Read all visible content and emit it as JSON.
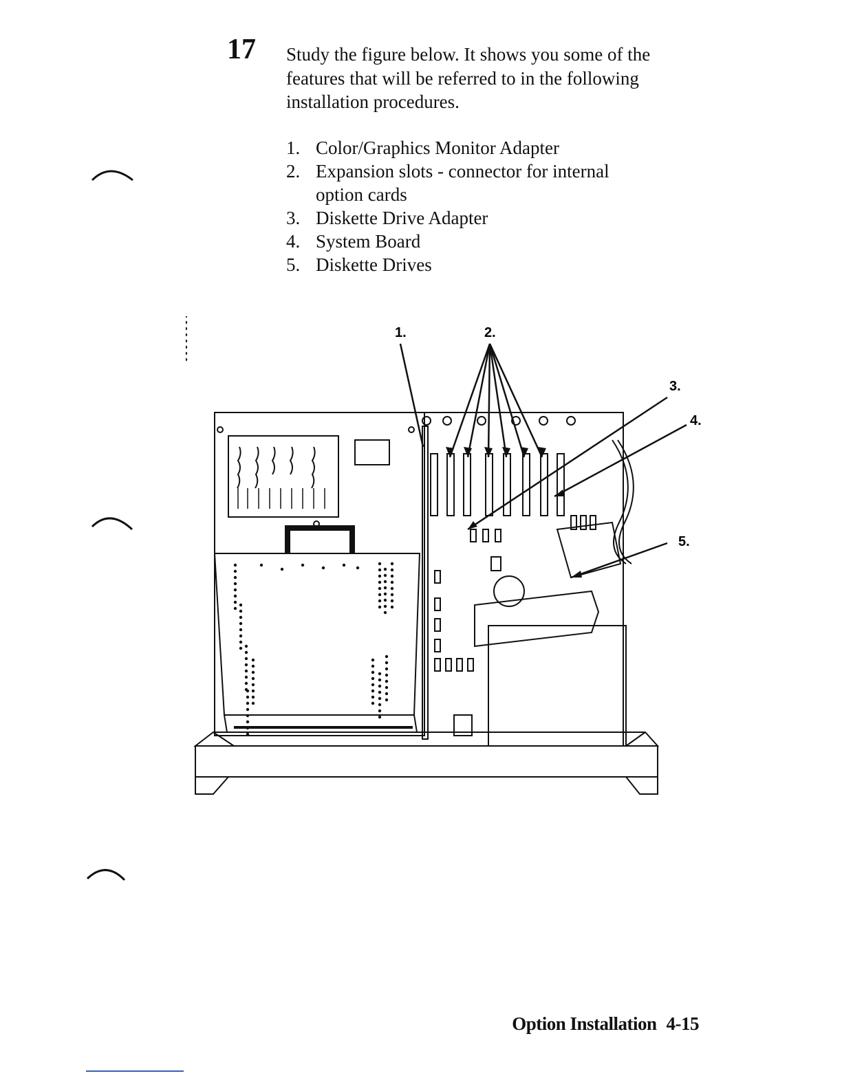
{
  "step": {
    "number": "17"
  },
  "intro": {
    "text": "Study the figure below. It shows you some of the features that will be referred to in the following installation procedures."
  },
  "features": [
    {
      "number": "1.",
      "label": "Color/Graphics Monitor Adapter"
    },
    {
      "number": "2.",
      "label": "Expansion slots - connector for internal option cards"
    },
    {
      "number": "3.",
      "label": "Diskette Drive Adapter"
    },
    {
      "number": "4.",
      "label": "System Board"
    },
    {
      "number": "5.",
      "label": "Diskette Drives"
    }
  ],
  "figure": {
    "callouts": [
      "1.",
      "2.",
      "3.",
      "4.",
      "5."
    ]
  },
  "footer": {
    "section": "Option Installation",
    "page": "4-15"
  }
}
